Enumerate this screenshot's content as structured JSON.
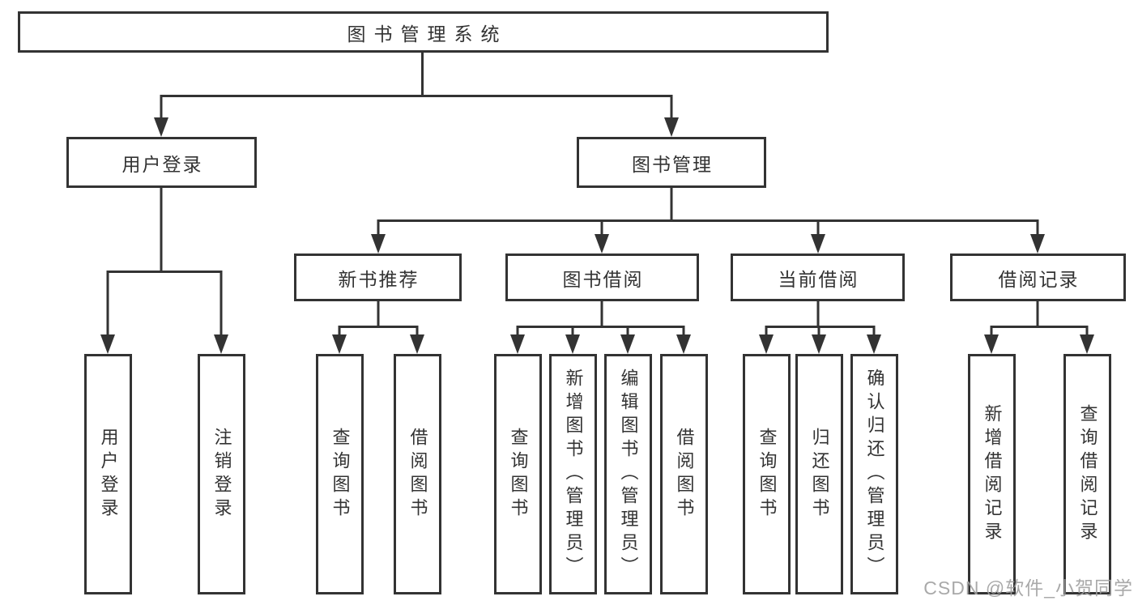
{
  "tree": {
    "label": "图书管理系统",
    "children": [
      {
        "label": "用户登录",
        "children": [
          {
            "label": "用户登录"
          },
          {
            "label": "注销登录"
          }
        ]
      },
      {
        "label": "图书管理",
        "children": [
          {
            "label": "新书推荐",
            "children": [
              {
                "label": "查询图书"
              },
              {
                "label": "借阅图书"
              }
            ]
          },
          {
            "label": "图书借阅",
            "children": [
              {
                "label": "查询图书"
              },
              {
                "label": "新增图书（管理员）"
              },
              {
                "label": "编辑图书（管理员）"
              },
              {
                "label": "借阅图书"
              }
            ]
          },
          {
            "label": "当前借阅",
            "children": [
              {
                "label": "查询图书"
              },
              {
                "label": "归还图书"
              },
              {
                "label": "确认归还（管理员）"
              }
            ]
          },
          {
            "label": "借阅记录",
            "children": [
              {
                "label": "新增借阅记录"
              },
              {
                "label": "查询借阅记录"
              }
            ]
          }
        ]
      }
    ]
  },
  "watermark": {
    "text": "CSDN @软件_小贺同学"
  },
  "colors": {
    "line": "#333333",
    "text": "#333333",
    "watermark": "#a0a0a0",
    "background": "#ffffff"
  }
}
